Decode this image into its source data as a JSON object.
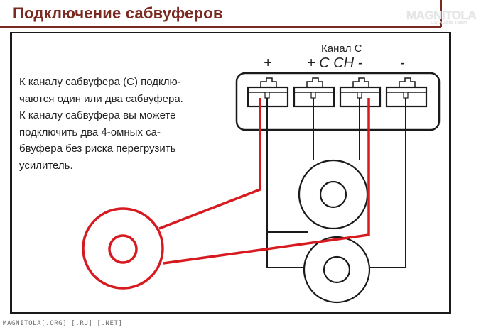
{
  "header": {
    "title": "Подключение сабвуферов",
    "logo_main": "MAGNITOLA",
    "logo_sub": "CarAudio Team"
  },
  "description": {
    "lines": [
      "К каналу сабвуфера (С) подклю-",
      "чаются один или два сабвуфера.",
      "К каналу сабвуфера вы можете",
      "подключить два 4-омных са-",
      "бвуфера без риска перегрузить",
      "усилитель."
    ]
  },
  "diagram": {
    "channel_title": "Канал C",
    "terminal_plus_left": "+",
    "channel_label": "+ C CH -",
    "terminal_minus_right": "-",
    "wire_colors": {
      "positive": "#d71920",
      "negative": "#1a1a1a"
    },
    "accent_color": "#7a2a20"
  },
  "footer": {
    "text": "MAGNITOLA[.ORG] [.RU] [.NET]"
  }
}
